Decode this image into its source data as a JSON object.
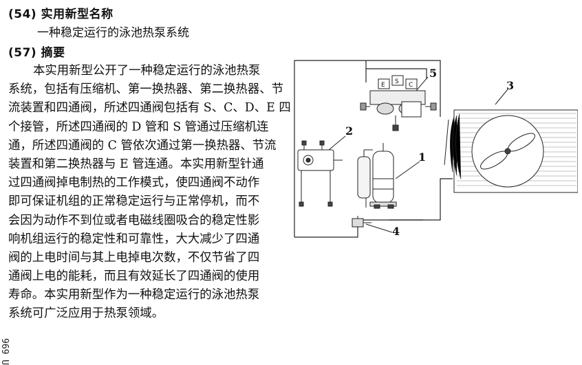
{
  "section54": {
    "label": "(54) 实用新型名称",
    "title": "一种稳定运行的泳池热泵系统"
  },
  "section57": {
    "label": "(57) 摘要",
    "abstract_lines": [
      "本实用新型公开了一种稳定运行的泳池热泵",
      "系统，包括有压缩机、第一换热器、第二换热器、节",
      "流装置和四通阀，所述四通阀包括有 S、C、D、E 四",
      "个接管，所述四通阀的 D 管和 S 管通过压缩机连",
      "通，所述四通阀的 C 管依次通过第一换热器、节流",
      "装置和第二换热器与 E 管连通。本实用新型针通",
      "过四通阀掉电制热的工作模式，使四通阀不动作",
      "即可保证机组的正常稳定运行与正常停机，而不",
      "会因为动作不到位或者电磁线圈吸合的稳定性影",
      "响机组运行的稳定性和可靠性，大大减少了四通",
      "阀的上电时间与其上电掉电次数，不仅节省了四",
      "通阀上电的能耗，而且有效延长了四通阀的使用",
      "寿命。本实用新型作为一种稳定运行的泳池热泵",
      "系统可广泛应用于热泵领域。"
    ]
  },
  "margin_text": "969 U",
  "figure": {
    "labels": {
      "l1": "1",
      "l2": "2",
      "l3": "3",
      "l4": "4",
      "l5": "5"
    },
    "valve_letters": [
      "E",
      "S",
      "C"
    ]
  }
}
